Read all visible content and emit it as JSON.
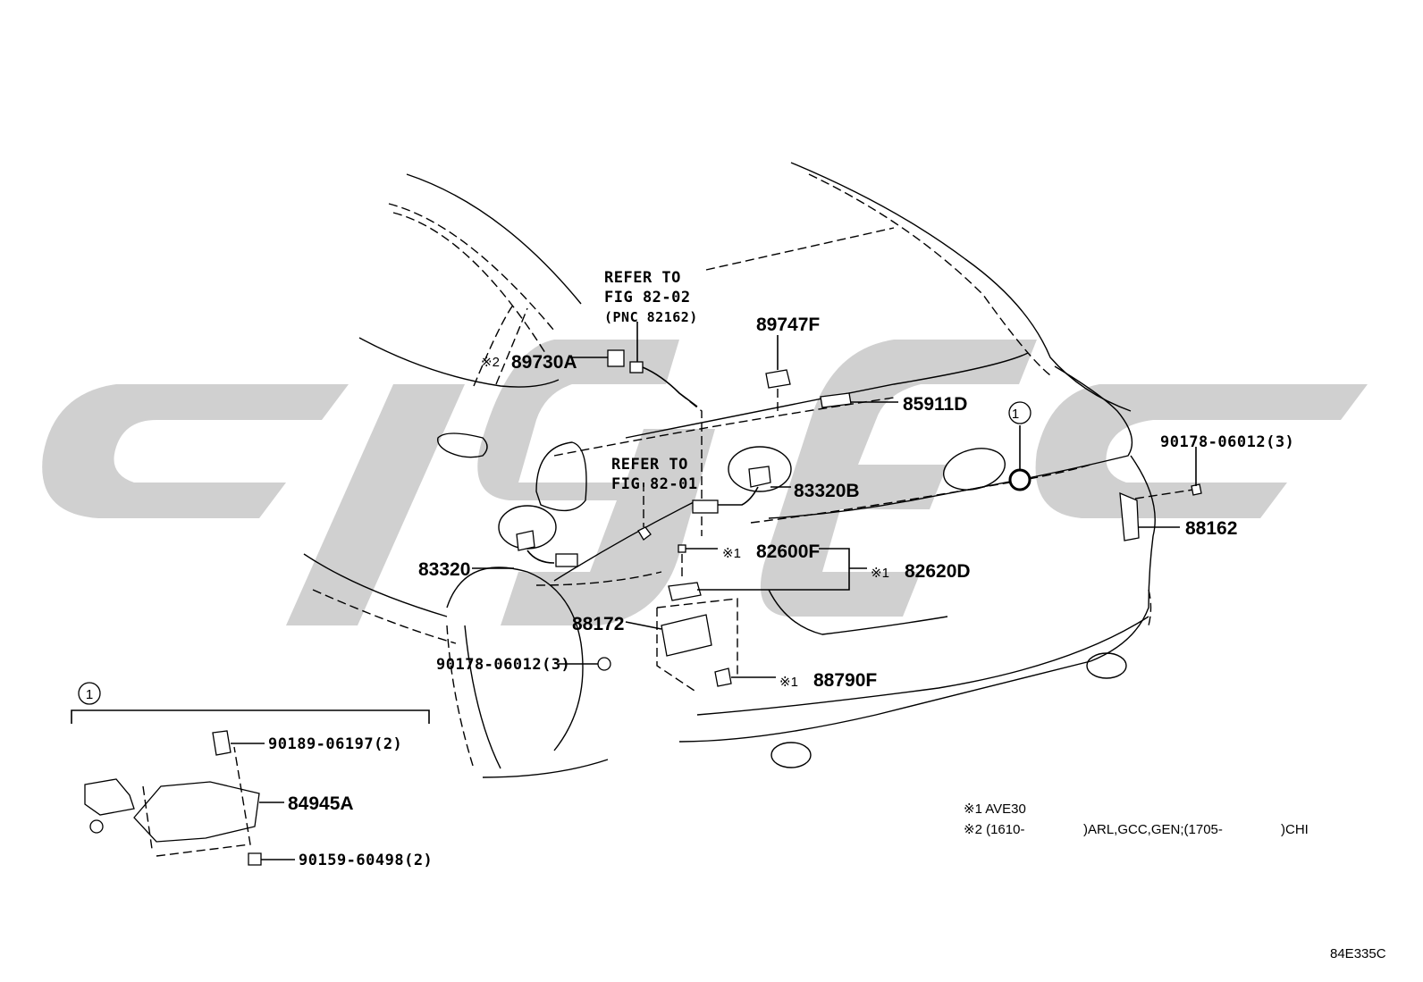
{
  "refs": {
    "ref1_line1": "REFER TO",
    "ref1_line2": "FIG 82-02",
    "ref1_line3": "(PNC 82162)",
    "ref2_line1": "REFER TO",
    "ref2_line2": "FIG 82-01"
  },
  "parts": {
    "p89730A": "89730A",
    "p89730A_mark": "※2",
    "p89747F": "89747F",
    "p85911D": "85911D",
    "p83320B": "83320B",
    "p83320": "83320",
    "p82600F": "82600F",
    "p82600F_mark": "※1",
    "p82620D": "82620D",
    "p82620D_mark": "※1",
    "p88172": "88172",
    "p90178a": "90178-06012(3)",
    "p90178b": "90178-06012(3)",
    "p88790F": "88790F",
    "p88790F_mark": "※1",
    "p88162": "88162",
    "p90189": "90189-06197(2)",
    "p84945A": "84945A",
    "p90159": "90159-60498(2)"
  },
  "callouts": {
    "circle1_main": "1",
    "circle1_inset": "1"
  },
  "notes": {
    "note1": "※1 AVE30",
    "note2a": "※2 (1610-",
    "note2b": ")ARL,GCC,GEN;(1705-",
    "note2c": ")CHI"
  },
  "diagram_code": "84E335C",
  "colors": {
    "line": "#000000",
    "watermark": "#c8c8c8",
    "background": "#ffffff"
  }
}
